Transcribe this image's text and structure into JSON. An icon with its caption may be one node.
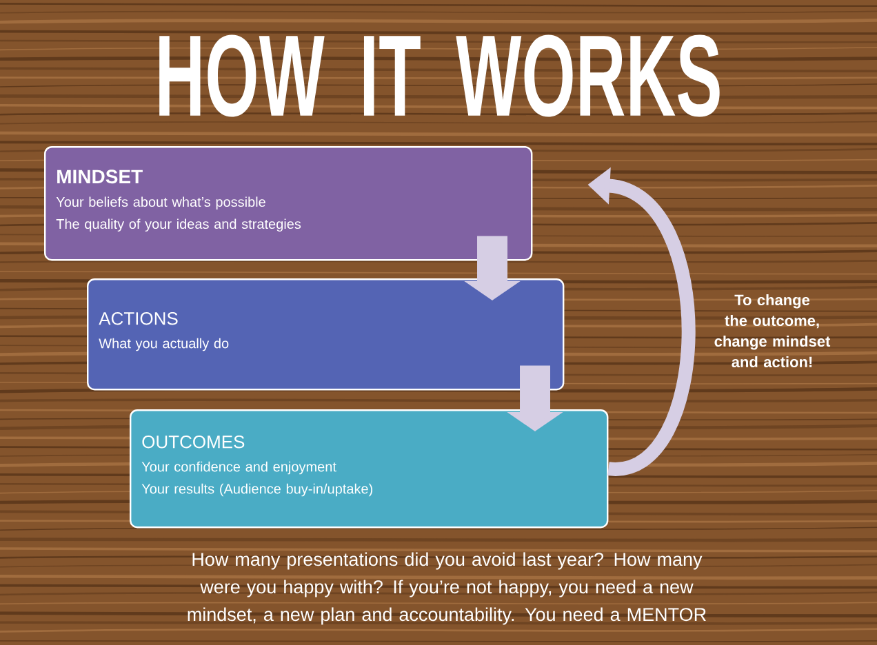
{
  "diagram": {
    "title": "HOW IT WORKS",
    "caption": "How many presentations did you avoid last year?  How many were you happy with?  If you’re not happy, you need a new mindset, a new plan and accountability.  You need a MENTOR",
    "nodes": [
      {
        "text": [
          "MINDSET",
          "Your beliefs about what’s possible",
          "The quality of your ideas  and strategies"
        ]
      },
      {
        "text": [
          "ACTIONS",
          "What you actually do"
        ]
      },
      {
        "text": [
          "OUTCOMES",
          "Your confidence and enjoyment",
          "Your results (Audience buy-in/uptake)"
        ]
      }
    ],
    "edges": [
      {
        "from": 0,
        "to": 1,
        "arrow": "to"
      },
      {
        "from": 1,
        "to": 2,
        "arrow": "to"
      },
      {
        "from": 2,
        "to": 0,
        "arrow": "to"
      }
    ],
    "labels": [
      "To change the outcome, change mindset and action!"
    ]
  }
}
